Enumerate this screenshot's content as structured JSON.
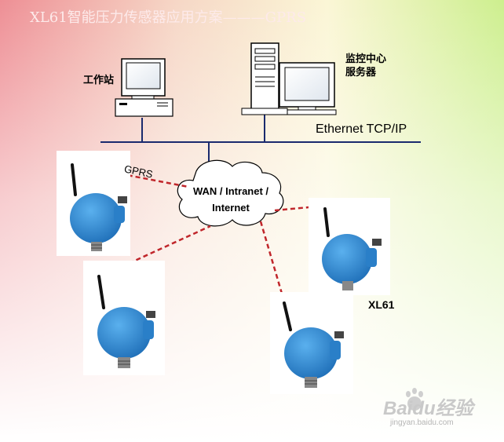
{
  "title": "XL61智能压力传感器应用方案———GPRS",
  "workstation_label": "工作站",
  "server_label_line1": "监控中心",
  "server_label_line2": "服务器",
  "network_label": "Ethernet TCP/IP",
  "cloud_label_line1": "WAN / Intranet /",
  "cloud_label_line2": "Internet",
  "gprs_label": "GPRS",
  "device_label": "XL61",
  "watermark": "Baidu经验",
  "watermark_url": "jingyan.baidu.com",
  "colors": {
    "link": "#c0262b",
    "device": "#2f8fd8",
    "bus": "#1a2a6e"
  }
}
